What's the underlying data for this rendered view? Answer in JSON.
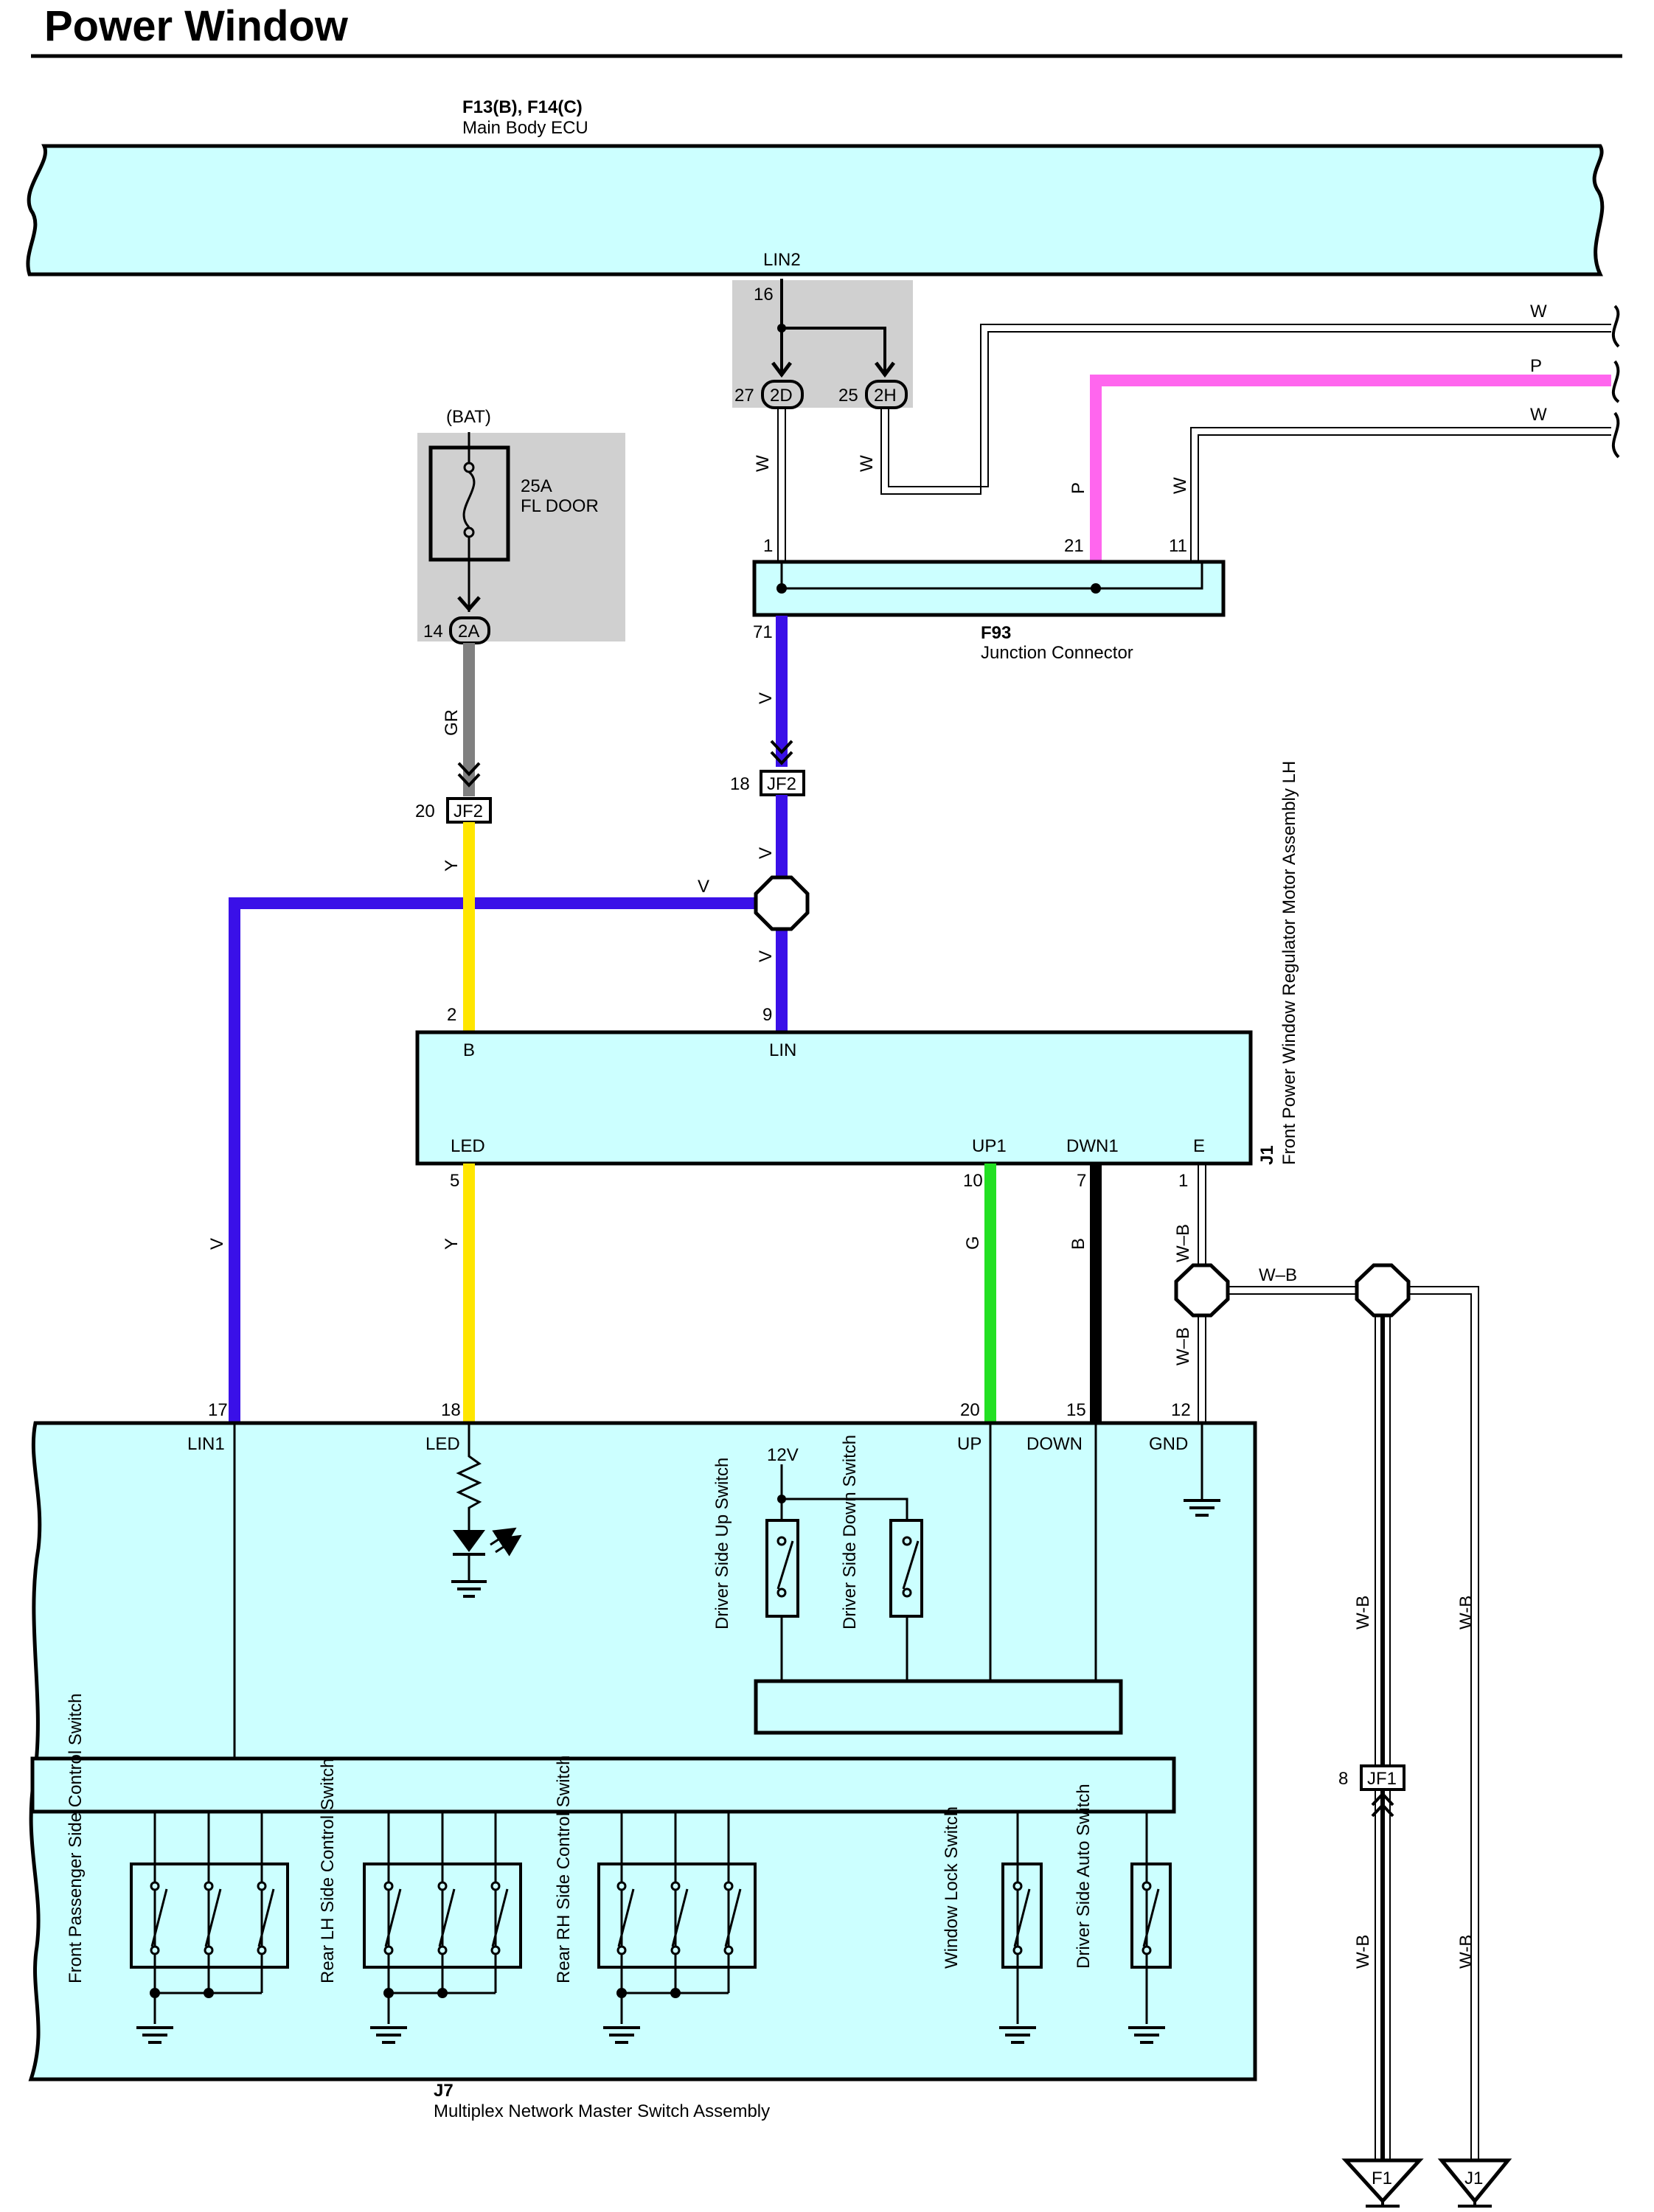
{
  "title": "Power Window",
  "colors": {
    "box_fill": "#ccffff",
    "gray_fill": "#d0d0d0",
    "wire_V": "#3a10e8",
    "wire_Y": "#ffe600",
    "wire_G": "#22e022",
    "wire_B": "#000000",
    "wire_GR": "#808080",
    "wire_P": "#ff66ee",
    "wire_W": "#ffffff",
    "wire_WB": "#ffffff"
  },
  "components": {
    "ecu": {
      "code": "F13(B), F14(C)",
      "name": "Main Body ECU",
      "pin_label": "LIN2",
      "pin": "16"
    },
    "fuse": {
      "source": "(BAT)",
      "rating": "25A",
      "name": "FL DOOR",
      "pin": "14",
      "connector": "2A"
    },
    "ecu_connectors": [
      {
        "pin": "27",
        "code": "2D"
      },
      {
        "pin": "25",
        "code": "2H"
      }
    ],
    "junction": {
      "code": "F93",
      "name": "Junction Connector",
      "pins": [
        "1",
        "21",
        "11",
        "71"
      ]
    },
    "jf2_a": {
      "pin": "18",
      "code": "JF2"
    },
    "jf2_b": {
      "pin": "20",
      "code": "JF2"
    },
    "jf1": {
      "pin": "8",
      "code": "JF1"
    },
    "motor": {
      "code": "J1",
      "name": "Front Power Window Regulator Motor Assembly LH",
      "top_pins": [
        {
          "num": "2",
          "label": "B"
        },
        {
          "num": "9",
          "label": "LIN"
        }
      ],
      "bottom_pins": [
        {
          "num": "5",
          "label": "LED"
        },
        {
          "num": "10",
          "label": "UP1"
        },
        {
          "num": "7",
          "label": "DWN1"
        },
        {
          "num": "1",
          "label": "E"
        }
      ]
    },
    "master": {
      "code": "J7",
      "name": "Multiplex Network Master Switch Assembly",
      "pins": [
        {
          "num": "17",
          "label": "LIN1"
        },
        {
          "num": "18",
          "label": "LED"
        },
        {
          "num": "20",
          "label": "UP"
        },
        {
          "num": "15",
          "label": "DOWN"
        },
        {
          "num": "12",
          "label": "GND"
        }
      ],
      "supply": "12V",
      "switches": {
        "driver_up": "Driver Side Up Switch",
        "driver_down": "Driver Side Down Switch",
        "front_passenger": "Front Passenger Side Control Switch",
        "rear_lh": "Rear LH Side Control Switch",
        "rear_rh": "Rear RH Side Control Switch",
        "window_lock": "Window Lock Switch",
        "driver_auto": "Driver Side Auto Switch"
      }
    },
    "grounds": {
      "f1": "F1",
      "j1": "J1"
    }
  },
  "wire_labels": {
    "w": "W",
    "p": "P",
    "v": "V",
    "y": "Y",
    "g": "G",
    "b": "B",
    "gr": "GR",
    "wb_dash": "W–B",
    "wb": "W-B"
  }
}
